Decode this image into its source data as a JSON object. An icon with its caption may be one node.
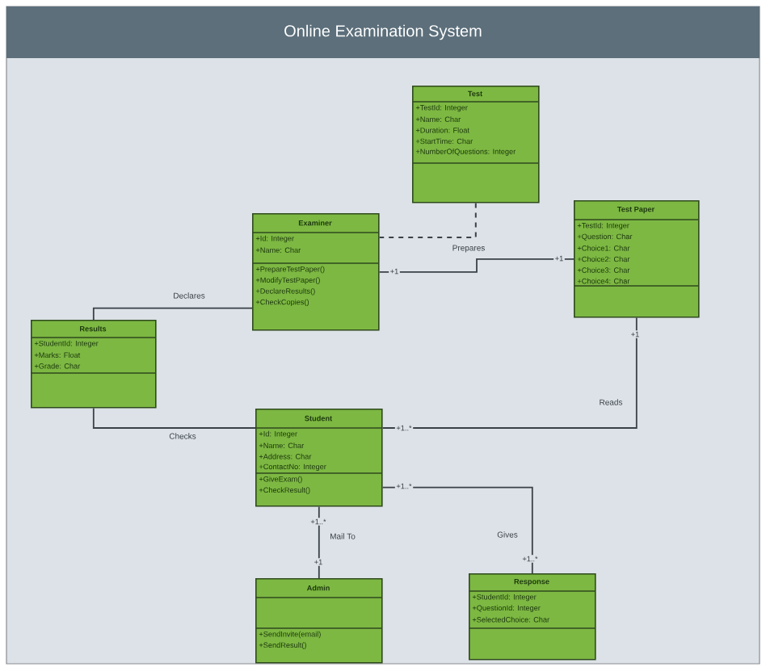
{
  "diagram": {
    "title": "Online Examination System",
    "nodes": [
      {
        "text": [
          "Test",
          "+TestId: Integer",
          "+Name: Char",
          "+Duration: Float",
          "+StartTime: Char",
          "+NumberOfQuestions: Integer"
        ]
      },
      {
        "text": [
          "Test Paper",
          "+TestId: Integer",
          "+Question: Char",
          "+Choice1: Char",
          "+Choice2: Char",
          "+Choice3: Char",
          "+Choice4: Char"
        ]
      },
      {
        "text": [
          "Examiner",
          "+Id: Integer",
          "+Name: Char",
          "+PrepareTestPaper()",
          "+ModifyTestPaper()",
          "+DeclareResults()",
          "+CheckCopies()"
        ]
      },
      {
        "text": [
          "Results",
          "+StudentId: Integer",
          "+Marks: Float",
          "+Grade: Char"
        ]
      },
      {
        "text": [
          "Student",
          "+Id: Integer",
          "+Name: Char",
          "+Address: Char",
          "+ContactNo: Integer",
          "+GiveExam()",
          "+CheckResult()"
        ]
      },
      {
        "text": [
          "Admin",
          "+SendInvite(email)",
          "+SendResult()"
        ]
      },
      {
        "text": [
          "Response",
          "+StudentId: Integer",
          "+QuestionId: Integer",
          "+SelectedChoice: Char"
        ]
      }
    ],
    "edges": [
      {
        "from": 0,
        "to": 2,
        "arrow": "none",
        "style": "dashed"
      },
      {
        "from": 2,
        "to": 1,
        "arrow": "none",
        "label": "Prepares"
      },
      {
        "from": 2,
        "to": 3,
        "arrow": "none",
        "label": "Declares"
      },
      {
        "from": 3,
        "to": 4,
        "arrow": "none",
        "label": "Checks"
      },
      {
        "from": 4,
        "to": 1,
        "arrow": "none",
        "label": "Reads"
      },
      {
        "from": 4,
        "to": 6,
        "arrow": "none",
        "label": "Gives"
      },
      {
        "from": 4,
        "to": 5,
        "arrow": "none",
        "label": "Mail To"
      }
    ],
    "labels": [
      "+1",
      "+1",
      "+1",
      "+1..*",
      "+1..*",
      "+1..*",
      "+1..*",
      "+1"
    ]
  }
}
